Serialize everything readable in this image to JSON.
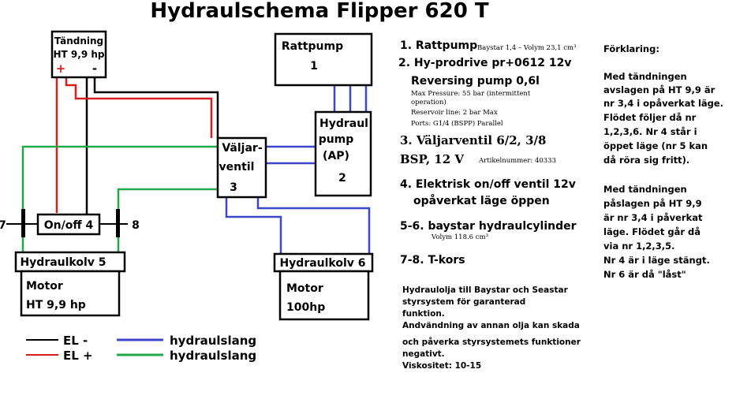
{
  "title": "Hydraulschema Flipper 620 T",
  "colors": {
    "el_minus": "#000000",
    "el_plus": "#d42020",
    "hydraul_blue": "#3c46c8",
    "hydraul_green": "#22a84a"
  },
  "components": {
    "tandning": {
      "line1": "Tändning",
      "line2": "HT 9,9 hp",
      "plus": "+",
      "minus": "-"
    },
    "rattpump": {
      "line1": "Rattpump",
      "line2": "1"
    },
    "hydraulpump": {
      "line1": "Hydraul",
      "line2": "pump",
      "line3": "(AP)",
      "line4": "2"
    },
    "valjarventil": {
      "line1": "Väljar-",
      "line2": "ventil",
      "line3": "3"
    },
    "onoff": {
      "label": "On/off 4"
    },
    "tkors_left": "7",
    "tkors_right": "8",
    "hydraulkolv5": {
      "label": "Hydraulkolv 5"
    },
    "motor5": {
      "line1": "Motor",
      "line2": "HT 9,9 hp"
    },
    "hydraulkolv6": {
      "label": "Hydraulkolv 6"
    },
    "motor6": {
      "line1": "Motor",
      "line2": "100hp"
    }
  },
  "legend": [
    {
      "symbol": "EL -",
      "color_key": "el_minus"
    },
    {
      "symbol": "EL +",
      "color_key": "el_plus"
    },
    {
      "symbol": "hydraulslang",
      "color_key": "hydraul_blue"
    },
    {
      "symbol": "hydraulslang",
      "color_key": "hydraul_green"
    }
  ],
  "parts": {
    "p1_title": "1. Rattpump",
    "p1_note": "Baystar 1,4 – Volym 23,1 cm³",
    "p2_title": "2. Hy-prodrive pr+0612  12v",
    "p2_sub": "Reversing pump 0,6l",
    "p2_notes": [
      "Max Pressure: 55 bar (intermittent",
      "operation)",
      "Reservoir line: 2 bar Max",
      "Ports: G1/4 (BSPP) Parallel"
    ],
    "p3_line1": "3. Väljarventil 6/2, 3/8",
    "p3_line2": "BSP, 12 V",
    "p3_note": "Artikelnummer: 40333",
    "p4_line1": "4. Elektrisk on/off ventil 12v",
    "p4_line2": "opåverkat läge öppen",
    "p56": "5-6. baystar hydraulcylinder",
    "p56_note": "Volym 118.6 cm³",
    "p78": "7-8. T-kors"
  },
  "oil_note": [
    "Hydraulolja till Baystar och Seastar",
    "styrsystem för  garanterad",
    "funktion.",
    "Andvändning av annan olja kan skada",
    "och påverka styrsystemets funktioner",
    " negativt.",
    "Viskositet: 10-15"
  ],
  "explanation": {
    "heading": "Förklaring:",
    "para1": [
      "Med tändningen",
      "avslagen på HT 9,9 är",
      "nr 3,4 i opåverkat läge.",
      "Flödet följer då nr",
      "1,2,3,6. Nr 4 står i",
      "öppet läge (nr 5 kan",
      "då röra sig fritt)."
    ],
    "para2": [
      "Med tändningen",
      "påslagen på HT 9,9",
      "är nr 3,4 i påverkat",
      "läge. Flödet går då",
      "via nr 1,2,3,5.",
      "Nr 4 är i läge stängt.",
      "Nr 6 är då \"låst\""
    ]
  }
}
